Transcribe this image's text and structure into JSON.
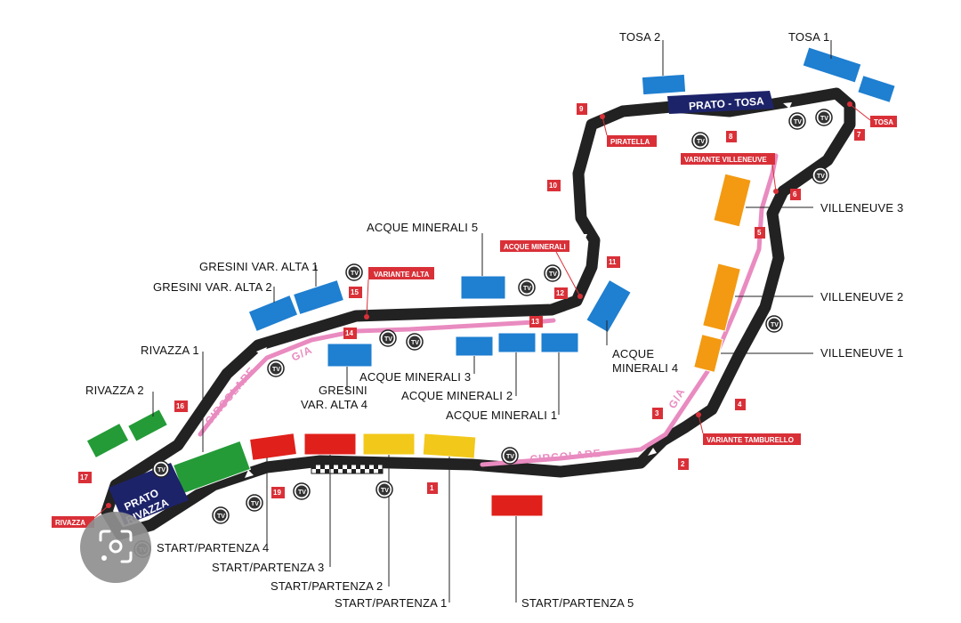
{
  "colors": {
    "track": "#222222",
    "track_edge": "#ffffff",
    "pink_lane": "#e98bc0",
    "grandstand_blue": "#1f7fd0",
    "grandstand_orange": "#f39a12",
    "grandstand_red": "#e0201b",
    "grandstand_yellow": "#f2c81a",
    "grandstand_green": "#249b37",
    "prato_navy": "#1d2369",
    "label_red": "#d93038"
  },
  "grandstands": {
    "tosa_2": "TOSA 2",
    "tosa_1": "TOSA 1",
    "villeneuve_3": "VILLENEUVE 3",
    "villeneuve_2": "VILLENEUVE 2",
    "villeneuve_1": "VILLENEUVE 1",
    "acque_minerali_5": "ACQUE MINERALI 5",
    "acque_minerali_4_line1": "ACQUE",
    "acque_minerali_4_line2": "MINERALI 4",
    "acque_minerali_3": "ACQUE MINERALI 3",
    "acque_minerali_2": "ACQUE MINERALI 2",
    "acque_minerali_1": "ACQUE MINERALI 1",
    "gresini_1": "GRESINI VAR. ALTA 1",
    "gresini_2": "GRESINI VAR. ALTA 2",
    "gresini_4_line1": "GRESINI",
    "gresini_4_line2": "VAR. ALTA 4",
    "rivazza_1": "RIVAZZA 1",
    "rivazza_2": "RIVAZZA 2",
    "start_1": "START/PARTENZA 1",
    "start_2": "START/PARTENZA 2",
    "start_3": "START/PARTENZA 3",
    "start_4": "START/PARTENZA 4",
    "start_5": "START/PARTENZA 5"
  },
  "areas": {
    "prato_tosa": "PRATO - TOSA",
    "prato_rivazza_line1": "PRATO",
    "prato_rivazza_line2": "RIVAZZA"
  },
  "corners": {
    "tosa": "TOSA",
    "piratella": "PIRATELLA",
    "variante_villeneuve": "VARIANTE VILLENEUVE",
    "acque_minerali": "ACQUE MINERALI",
    "variante_alta": "VARIANTE ALTA",
    "variante_tamburello": "VARIANTE TAMBURELLO",
    "rivazza": "RIVAZZA"
  },
  "turn_numbers": [
    "1",
    "2",
    "3",
    "4",
    "5",
    "6",
    "7",
    "8",
    "9",
    "10",
    "11",
    "12",
    "13",
    "14",
    "15",
    "16",
    "17",
    "19"
  ],
  "lane_labels": {
    "circolare_bottom": "CIRCOLARE",
    "ga_bottom": "G/A",
    "circolare_left": "CIRCOLARE",
    "ga_left": "G/A"
  },
  "tv_label": "TV"
}
